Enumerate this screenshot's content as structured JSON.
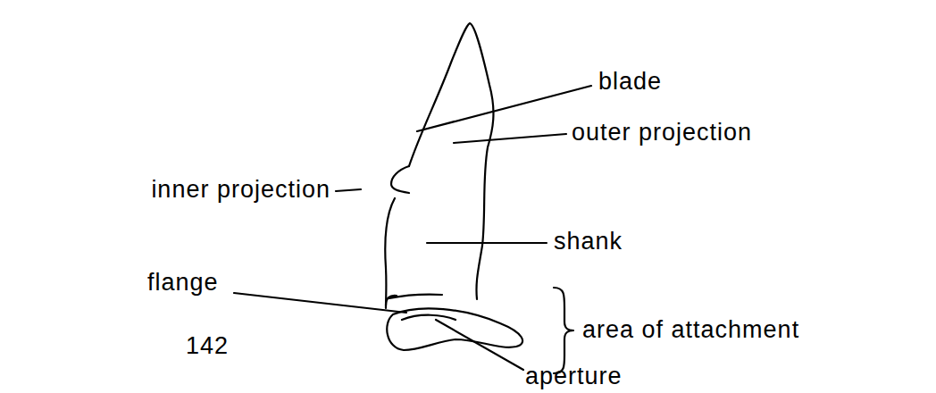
{
  "diagram": {
    "labels": [
      "blade",
      "outer projection",
      "inner projection",
      "shank",
      "flange",
      "area of attachment",
      "142",
      "aperture"
    ]
  }
}
